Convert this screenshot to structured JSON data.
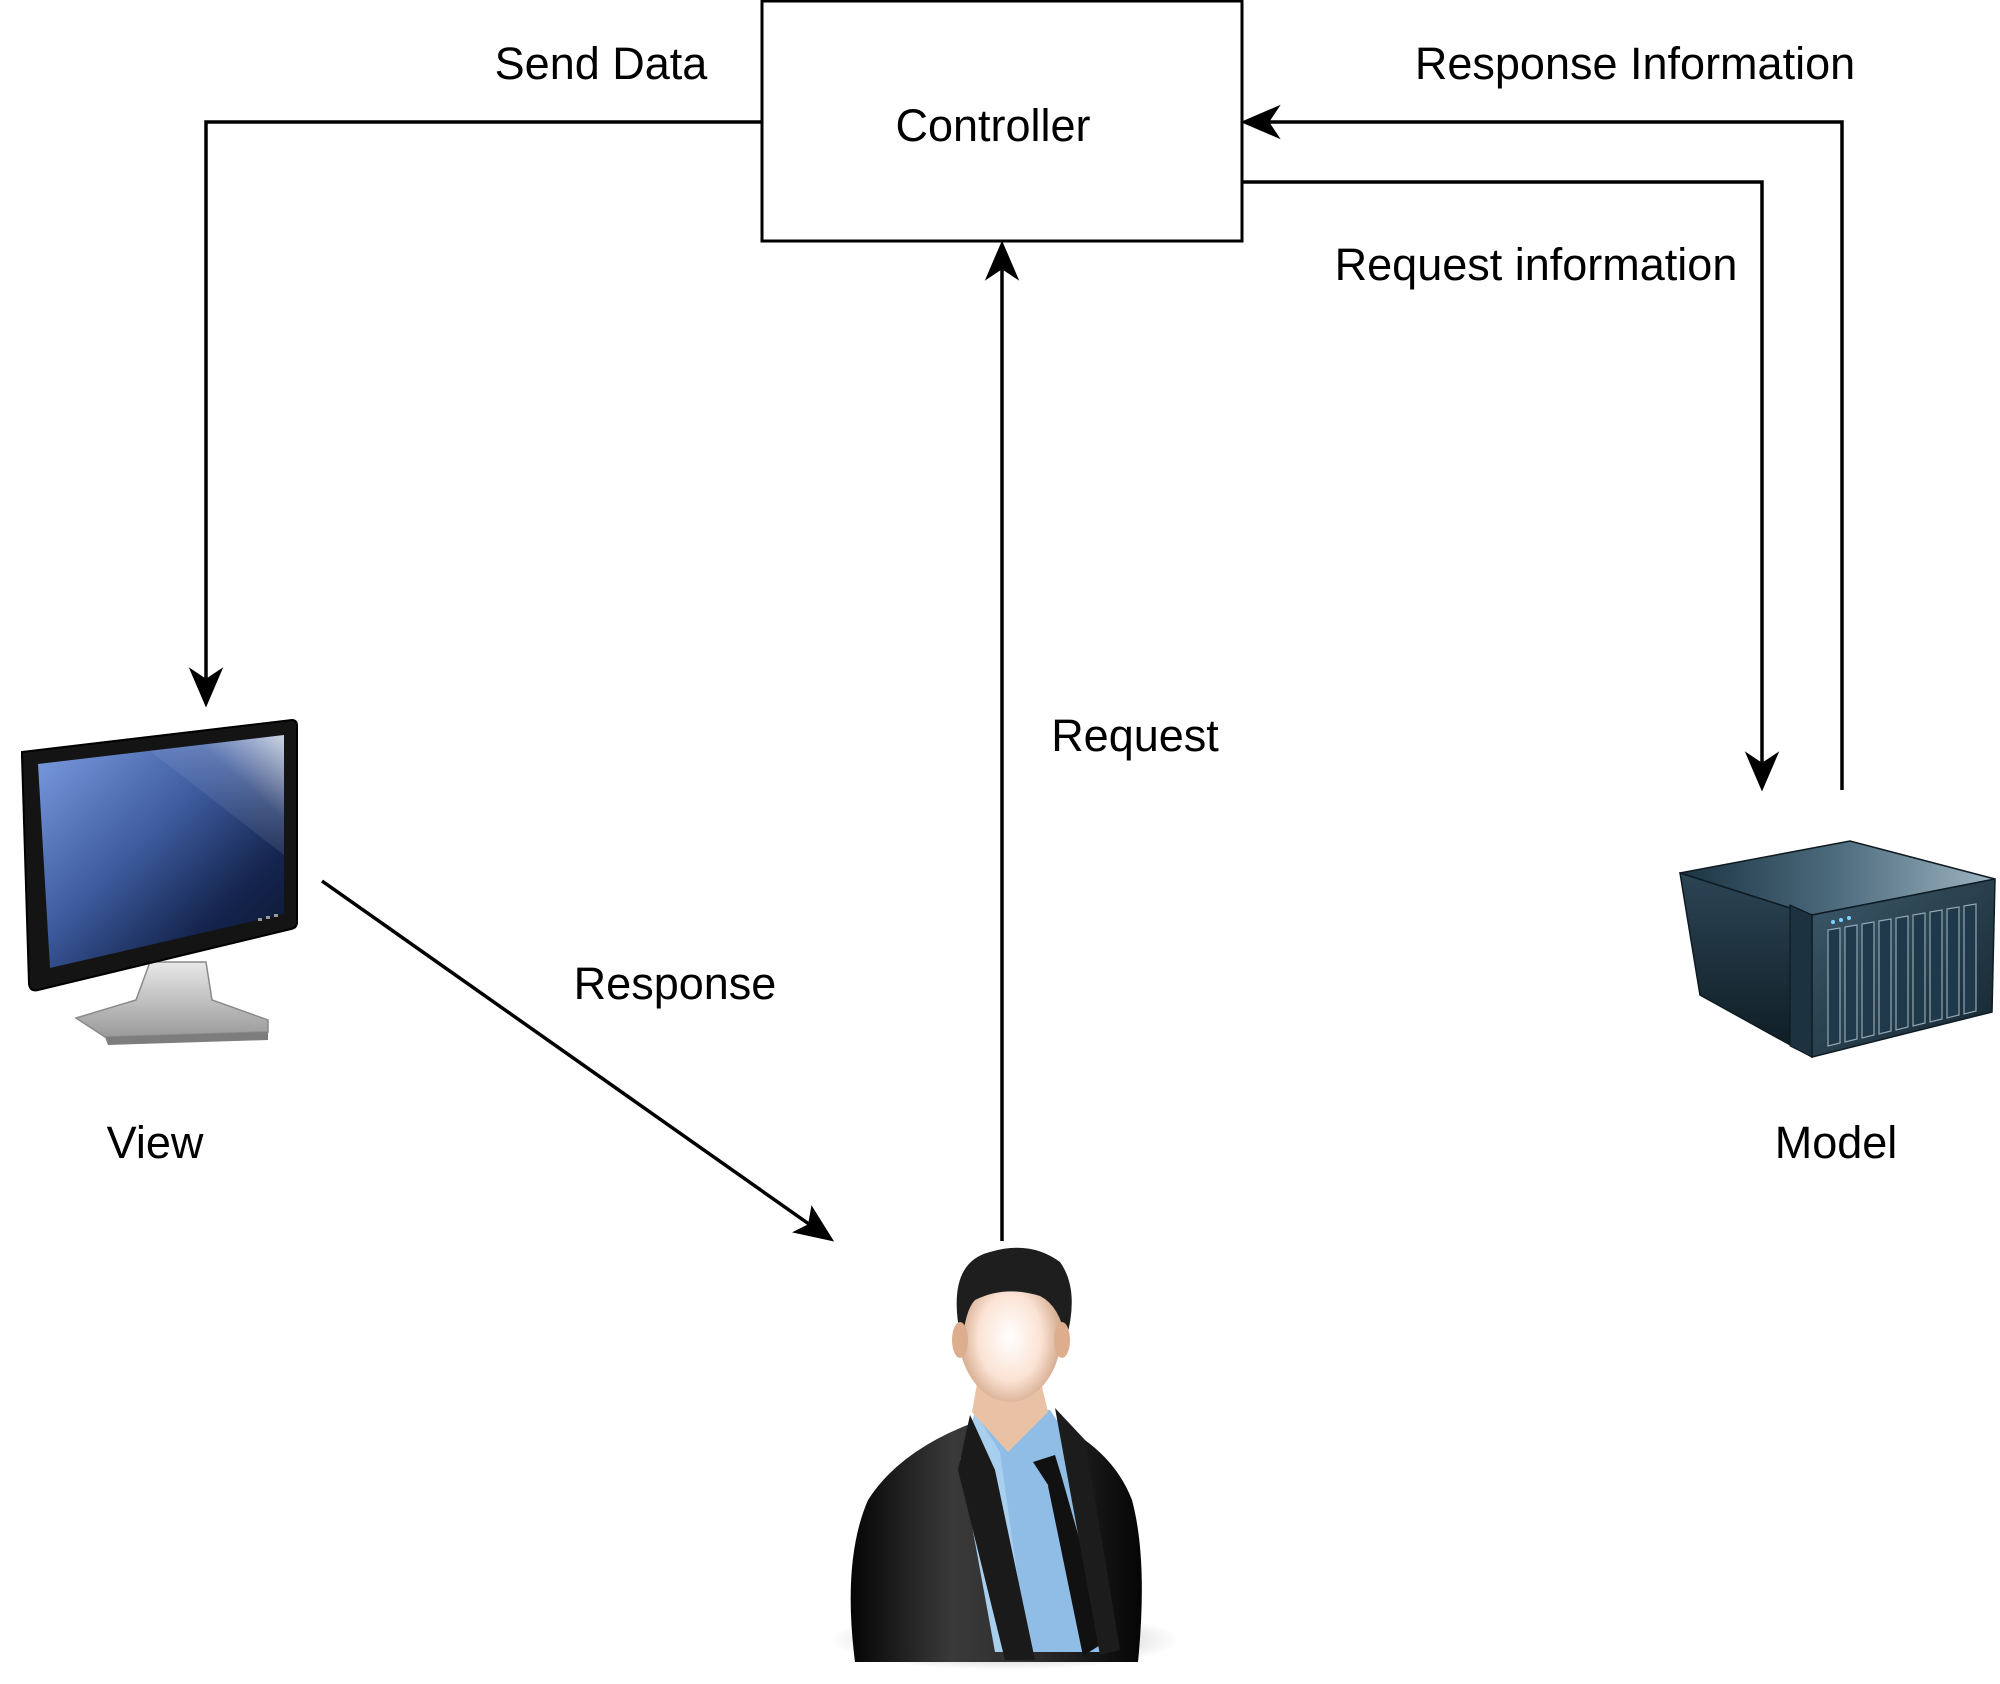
{
  "nodes": {
    "controller": {
      "label": "Controller"
    },
    "view": {
      "label": "View",
      "icon": "monitor-icon"
    },
    "model": {
      "label": "Model",
      "icon": "server-icon"
    },
    "user": {
      "label": "",
      "icon": "user-icon"
    }
  },
  "edges": {
    "send_data": {
      "label": "Send Data",
      "from": "Controller",
      "to": "View"
    },
    "response_information": {
      "label": "Response Information",
      "from": "Model",
      "to": "Controller"
    },
    "request_information": {
      "label": "Request information",
      "from": "Controller",
      "to": "Model"
    },
    "request": {
      "label": "Request",
      "from": "User",
      "to": "Controller"
    },
    "response": {
      "label": "Response",
      "from": "View",
      "to": "User"
    }
  }
}
